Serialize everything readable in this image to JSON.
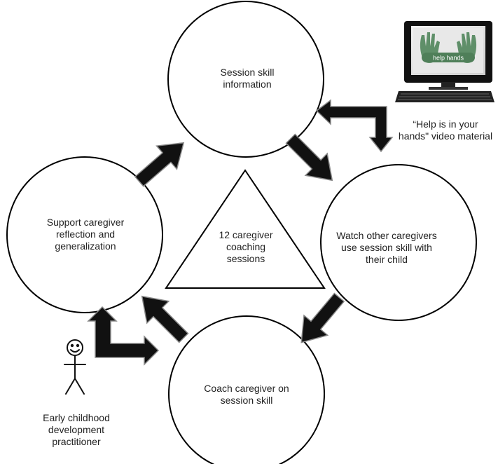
{
  "nodes": {
    "session_info": "Session skill information",
    "watch_caregivers": "Watch other caregivers use session skill with their child",
    "coach_caregiver": "Coach caregiver on session skill",
    "support_reflection": "Support caregiver reflection and generalization"
  },
  "center": {
    "label": "12 caregiver coaching sessions"
  },
  "video": {
    "caption": "“Help is in your hands\" video material",
    "screen_text": "help  hands"
  },
  "practitioner": {
    "caption": "Early childhood development practitioner"
  }
}
